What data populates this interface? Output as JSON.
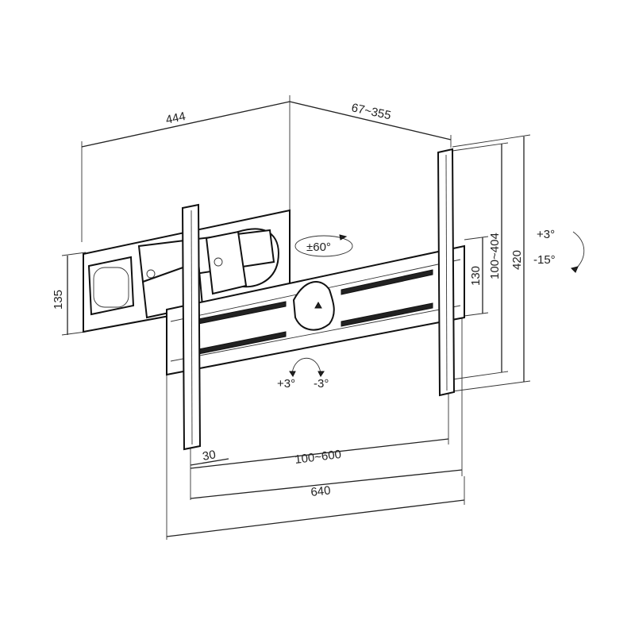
{
  "title": "TV wall mount dimension drawing",
  "dimensions": {
    "wall_plate_width": "444",
    "extension": "67~355",
    "wall_plate_height": "135",
    "swivel": "±60°",
    "tilt_up": "+3°",
    "tilt_down": "-15°",
    "total_height": "420",
    "vesa_vertical": "100~404",
    "bar_height": "130",
    "level_plus": "+3°",
    "level_minus": "-3°",
    "rail_width": "30",
    "vesa_horizontal": "100~600",
    "total_width": "640"
  },
  "colors": {
    "line": "#222222",
    "background": "#ffffff"
  }
}
